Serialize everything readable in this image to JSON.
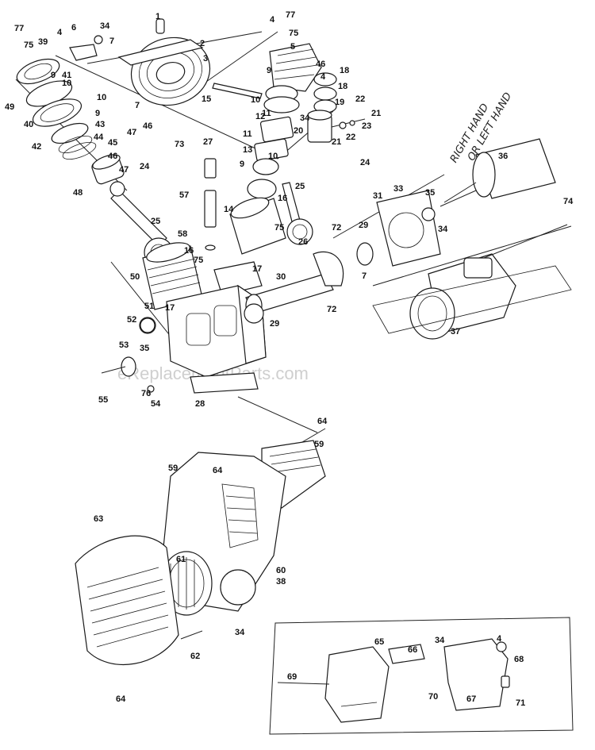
{
  "watermark": "eReplacementParts.com",
  "annotation": {
    "line1": "RIGHT HAND",
    "line2": "OR LEFT HAND"
  },
  "callouts": [
    {
      "id": "77a",
      "text": "77"
    },
    {
      "id": "75a",
      "text": "75"
    },
    {
      "id": "39",
      "text": "39"
    },
    {
      "id": "4a",
      "text": "4"
    },
    {
      "id": "6",
      "text": "6"
    },
    {
      "id": "34a",
      "text": "34"
    },
    {
      "id": "7a",
      "text": "7"
    },
    {
      "id": "1",
      "text": "1"
    },
    {
      "id": "2",
      "text": "2"
    },
    {
      "id": "3",
      "text": "3"
    },
    {
      "id": "7b",
      "text": "7"
    },
    {
      "id": "4b",
      "text": "4"
    },
    {
      "id": "77b",
      "text": "77"
    },
    {
      "id": "75b",
      "text": "75"
    },
    {
      "id": "5",
      "text": "5"
    },
    {
      "id": "9a",
      "text": "9"
    },
    {
      "id": "10a",
      "text": "10"
    },
    {
      "id": "41",
      "text": "41"
    },
    {
      "id": "10b",
      "text": "10"
    },
    {
      "id": "49",
      "text": "49"
    },
    {
      "id": "40",
      "text": "40"
    },
    {
      "id": "9b",
      "text": "9"
    },
    {
      "id": "43",
      "text": "43"
    },
    {
      "id": "42",
      "text": "42"
    },
    {
      "id": "44",
      "text": "44"
    },
    {
      "id": "45",
      "text": "45"
    },
    {
      "id": "47a",
      "text": "47"
    },
    {
      "id": "46a",
      "text": "46"
    },
    {
      "id": "46b",
      "text": "46"
    },
    {
      "id": "47b",
      "text": "47"
    },
    {
      "id": "48",
      "text": "48"
    },
    {
      "id": "24a",
      "text": "24"
    },
    {
      "id": "15",
      "text": "15"
    },
    {
      "id": "9c",
      "text": "9"
    },
    {
      "id": "10c",
      "text": "10"
    },
    {
      "id": "11a",
      "text": "11"
    },
    {
      "id": "46c",
      "text": "46"
    },
    {
      "id": "4c",
      "text": "4"
    },
    {
      "id": "18a",
      "text": "18"
    },
    {
      "id": "18b",
      "text": "18"
    },
    {
      "id": "19",
      "text": "19"
    },
    {
      "id": "22a",
      "text": "22"
    },
    {
      "id": "21a",
      "text": "21"
    },
    {
      "id": "34b",
      "text": "34"
    },
    {
      "id": "12",
      "text": "12"
    },
    {
      "id": "20",
      "text": "20"
    },
    {
      "id": "23",
      "text": "23"
    },
    {
      "id": "22b",
      "text": "22"
    },
    {
      "id": "21b",
      "text": "21"
    },
    {
      "id": "73",
      "text": "73"
    },
    {
      "id": "11b",
      "text": "11"
    },
    {
      "id": "13",
      "text": "13"
    },
    {
      "id": "10d",
      "text": "10"
    },
    {
      "id": "9d",
      "text": "9"
    },
    {
      "id": "24b",
      "text": "24"
    },
    {
      "id": "27",
      "text": "27"
    },
    {
      "id": "36",
      "text": "36"
    },
    {
      "id": "57",
      "text": "57"
    },
    {
      "id": "14",
      "text": "14"
    },
    {
      "id": "16a",
      "text": "16"
    },
    {
      "id": "25a",
      "text": "25"
    },
    {
      "id": "31",
      "text": "31"
    },
    {
      "id": "33",
      "text": "33"
    },
    {
      "id": "35a",
      "text": "35"
    },
    {
      "id": "74",
      "text": "74"
    },
    {
      "id": "72a",
      "text": "72"
    },
    {
      "id": "75c",
      "text": "75"
    },
    {
      "id": "29a",
      "text": "29"
    },
    {
      "id": "34c",
      "text": "34"
    },
    {
      "id": "26",
      "text": "26"
    },
    {
      "id": "25b",
      "text": "25"
    },
    {
      "id": "58",
      "text": "58"
    },
    {
      "id": "16b",
      "text": "16"
    },
    {
      "id": "75d",
      "text": "75"
    },
    {
      "id": "17a",
      "text": "17"
    },
    {
      "id": "7c",
      "text": "7"
    },
    {
      "id": "30",
      "text": "30"
    },
    {
      "id": "50",
      "text": "50"
    },
    {
      "id": "72b",
      "text": "72"
    },
    {
      "id": "51",
      "text": "51"
    },
    {
      "id": "17b",
      "text": "17"
    },
    {
      "id": "52",
      "text": "52"
    },
    {
      "id": "29b",
      "text": "29"
    },
    {
      "id": "37",
      "text": "37"
    },
    {
      "id": "53",
      "text": "53"
    },
    {
      "id": "35b",
      "text": "35"
    },
    {
      "id": "55",
      "text": "55"
    },
    {
      "id": "76",
      "text": "76"
    },
    {
      "id": "54",
      "text": "54"
    },
    {
      "id": "28",
      "text": "28"
    },
    {
      "id": "64a",
      "text": "64"
    },
    {
      "id": "59a",
      "text": "59"
    },
    {
      "id": "59b",
      "text": "59"
    },
    {
      "id": "64b",
      "text": "64"
    },
    {
      "id": "63",
      "text": "63"
    },
    {
      "id": "61",
      "text": "61"
    },
    {
      "id": "60",
      "text": "60"
    },
    {
      "id": "38",
      "text": "38"
    },
    {
      "id": "34d",
      "text": "34"
    },
    {
      "id": "62",
      "text": "62"
    },
    {
      "id": "64c",
      "text": "64"
    },
    {
      "id": "65",
      "text": "65"
    },
    {
      "id": "34e",
      "text": "34"
    },
    {
      "id": "4d",
      "text": "4"
    },
    {
      "id": "66",
      "text": "66"
    },
    {
      "id": "68",
      "text": "68"
    },
    {
      "id": "69",
      "text": "69"
    },
    {
      "id": "70",
      "text": "70"
    },
    {
      "id": "67",
      "text": "67"
    },
    {
      "id": "71",
      "text": "71"
    }
  ]
}
